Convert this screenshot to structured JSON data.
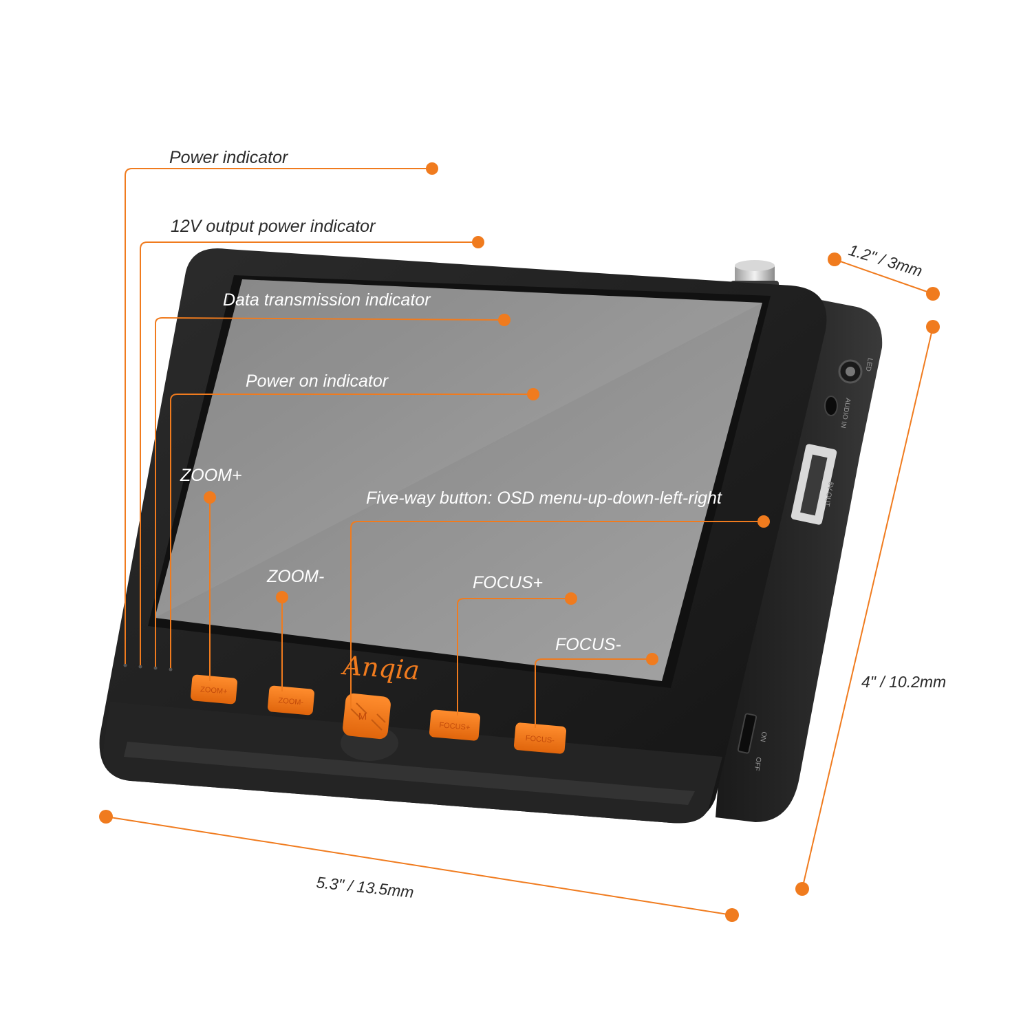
{
  "colors": {
    "accent": "#f07b1e",
    "body": "#1f1f1f",
    "screen": "#8f8f8f",
    "button": "#f07b1e",
    "label_dark": "#2b2b2b",
    "label_light": "#ffffff"
  },
  "brand": "Anqia",
  "callouts": {
    "power_indicator": "Power indicator",
    "output_12v_indicator": "12V output power indicator",
    "data_transmission_indicator": "Data transmission indicator",
    "power_on_indicator": "Power on indicator",
    "zoom_plus": "ZOOM+",
    "zoom_minus": "ZOOM-",
    "five_way_button": "Five-way button: OSD menu-up-down-left-right",
    "focus_plus": "FOCUS+",
    "focus_minus": "FOCUS-"
  },
  "buttons": {
    "zoom_plus": "ZOOM+",
    "zoom_minus": "ZOOM-",
    "five_way": "M",
    "focus_plus": "FOCUS+",
    "focus_minus": "FOCUS-"
  },
  "ports": {
    "led": "LED",
    "audio_in": "AUDIO IN",
    "out_5v": "5V OUT",
    "on": "ON",
    "off": "OFF"
  },
  "dimensions": {
    "depth": "1.2\" / 3mm",
    "height": "4\" / 10.2mm",
    "width": "5.3\" / 13.5mm"
  }
}
